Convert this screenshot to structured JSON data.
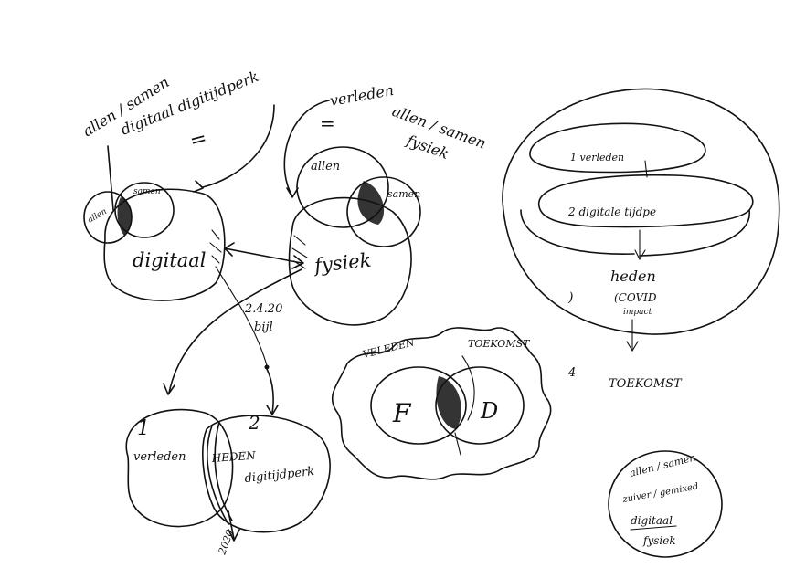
{
  "labels": {
    "allen_samen_digitaal": [
      "allen / samen",
      "digitaal digitijdperk"
    ],
    "equals_1": "=",
    "allen_small": "allen",
    "samen_small": "samen",
    "digitaal": "digitaal",
    "verleden_allen_samen_fysiek": [
      "verleden",
      "allen / samen",
      "fysiek"
    ],
    "equals_2": "=",
    "allen": "allen",
    "samen": "samen",
    "fysiek": "fysiek",
    "date_ref": [
      "2.4.20",
      "bijl"
    ],
    "right_1_verleden": "1  verleden",
    "right_2_digitale_tijdperk": "2  digitale tijdpe",
    "heden": "heden",
    "covid_impact": [
      "(COVID",
      "impact"
    ],
    "roman_1": ")",
    "roman_4": "4",
    "toekomst": "TOEKOMST",
    "bottom_1": "1",
    "bottom_verleden": "verleden",
    "bottom_2": "2",
    "bottom_digitijdperk": "digitijdperk",
    "bottom_heden": "HEDEN",
    "bottom_2020": "2020",
    "cloud_verleden": "VELEDEN",
    "cloud_toekomst": "TOEKOMST",
    "cloud_F": "F",
    "cloud_D": "D",
    "legend": [
      "allen / samen",
      "zuiver / gemixed",
      "digitaal",
      "fysiek"
    ]
  }
}
